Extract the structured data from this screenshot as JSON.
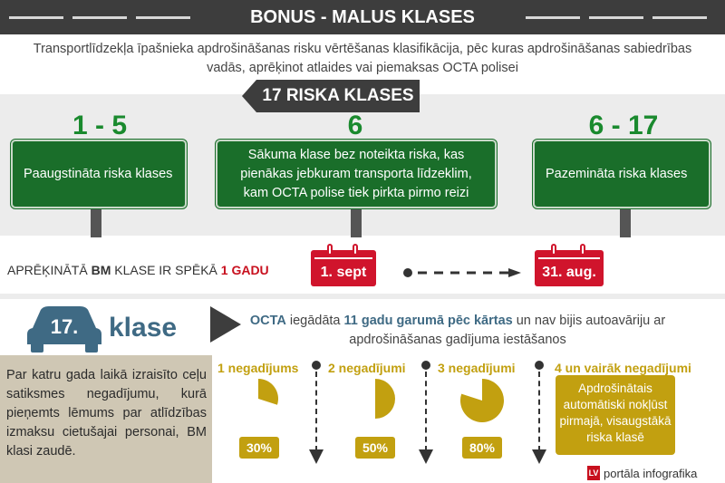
{
  "header": {
    "title": "BONUS - MALUS  KLASES"
  },
  "subtitle": "Transportlīdzekļa īpašnieka apdrošināšanas risku vērtēšanas klasifikācija, pēc kuras apdrošināšanas sabiedrības vadās, aprēķinot atlaides vai piemaksas OCTA polisei",
  "risk_tag": "17 RISKA KLASES",
  "classes": [
    {
      "range": "1 - 5",
      "text": "Paaugstināta riska klases"
    },
    {
      "range": "6",
      "text": "Sākuma klase bez noteikta riska, kas pienākas jebkuram transporta līdzeklim, kam OCTA polise tiek pirkta pirmo reizi"
    },
    {
      "range": "6 - 17",
      "text": "Pazemināta riska klases"
    }
  ],
  "bm": {
    "prefix": "APRĒĶINĀTĀ ",
    "bm": "BM",
    "mid": " KLASE IR SPĒKĀ ",
    "period": "1 GADU",
    "start": "1. sept",
    "end": "31. aug."
  },
  "car": {
    "number": "17.",
    "label": "klase"
  },
  "octa": {
    "p1": "OCTA",
    "p2": " iegādāta ",
    "p3": "11 gadu garumā pēc kārtas",
    "p4": " un nav bijis autoavāriju ar apdrošināšanas gadījuma iestāšanos"
  },
  "left_box": "Par katru gada laikā izraisīto ceļu satiksmes negadījumu, kurā pieņemts lēmums par atlīdzības izmaksu cietušajai personai, BM klasi zaudē.",
  "accidents": [
    {
      "label": "1 negadījums",
      "percent": "30%",
      "fraction": 0.3
    },
    {
      "label": "2 negadījumi",
      "percent": "50%",
      "fraction": 0.5
    },
    {
      "label": "3 negadījumi",
      "percent": "80%",
      "fraction": 0.8
    },
    {
      "label": "4 un vairāk negadījumi",
      "advice": "Apdrošinātais automātiski nokļūst pirmajā, visaugstākā riska klasē"
    }
  ],
  "footer": {
    "logo": "LV",
    "text": "portāla infografika"
  },
  "colors": {
    "green": "#1a6e2a",
    "gold": "#c2a010",
    "red": "#d0142c",
    "dark": "#3d3d3d",
    "blue": "#3f6a84"
  }
}
